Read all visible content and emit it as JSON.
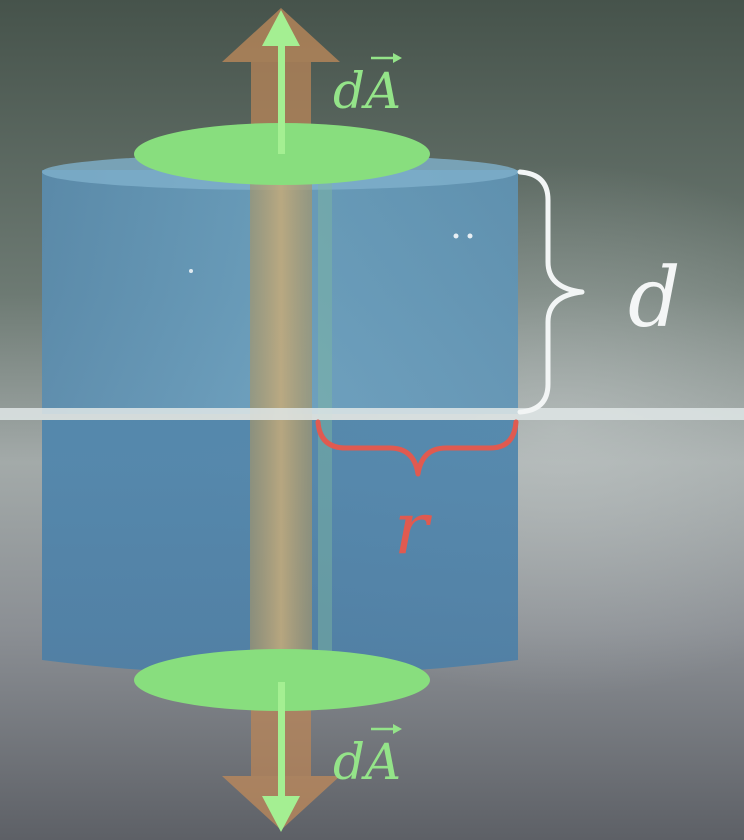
{
  "labels": {
    "area_vector_top": {
      "d": "d",
      "a": "A"
    },
    "area_vector_bottom": {
      "d": "d",
      "a": "A"
    },
    "distance": "d",
    "radius": "r"
  },
  "colors": {
    "green": "#88de7e",
    "cylinder_blue": "#5f95b7",
    "red": "#e05a50",
    "white": "#f4f6f6",
    "orange_arrow": "#b07c52"
  }
}
